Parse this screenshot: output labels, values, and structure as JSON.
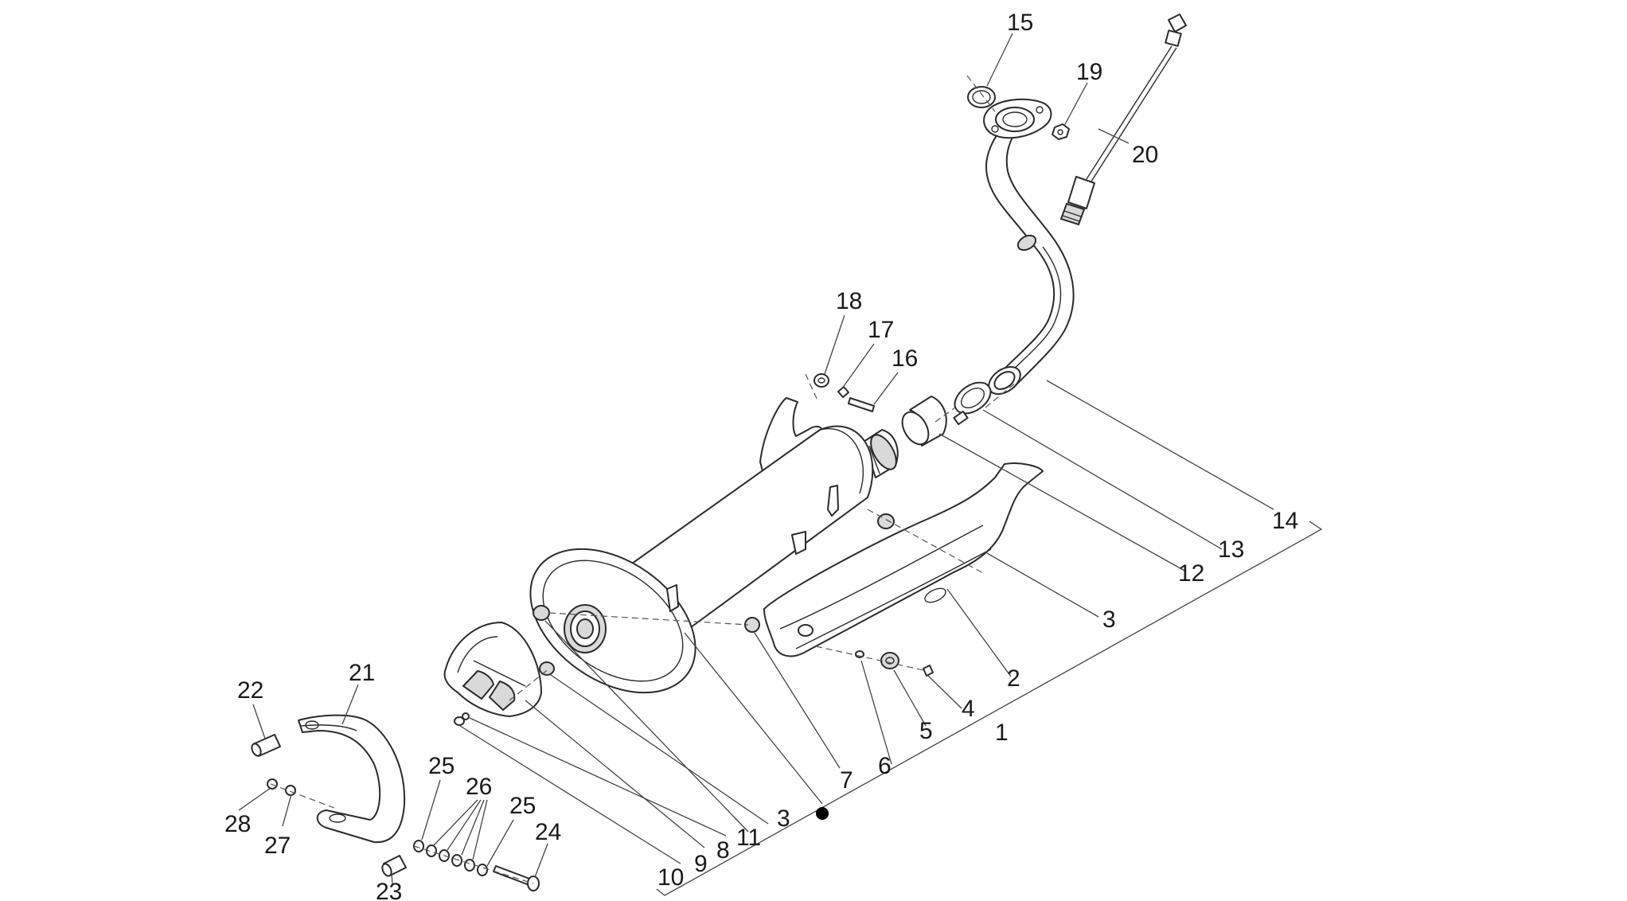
{
  "diagram": {
    "labels": {
      "l1": "1",
      "l2": "2",
      "l3a": "3",
      "l3b": "3",
      "l4": "4",
      "l5": "5",
      "l6": "6",
      "l7": "7",
      "l8": "8",
      "l9": "9",
      "l10": "10",
      "l11": "11",
      "l12": "12",
      "l13": "13",
      "l14": "14",
      "l15": "15",
      "l16": "16",
      "l17": "17",
      "l18": "18",
      "l19": "19",
      "l20": "20",
      "l21": "21",
      "l22": "22",
      "l23": "23",
      "l24": "24",
      "l25a": "25",
      "l25b": "25",
      "l26": "26",
      "l27": "27",
      "l28": "28"
    }
  }
}
